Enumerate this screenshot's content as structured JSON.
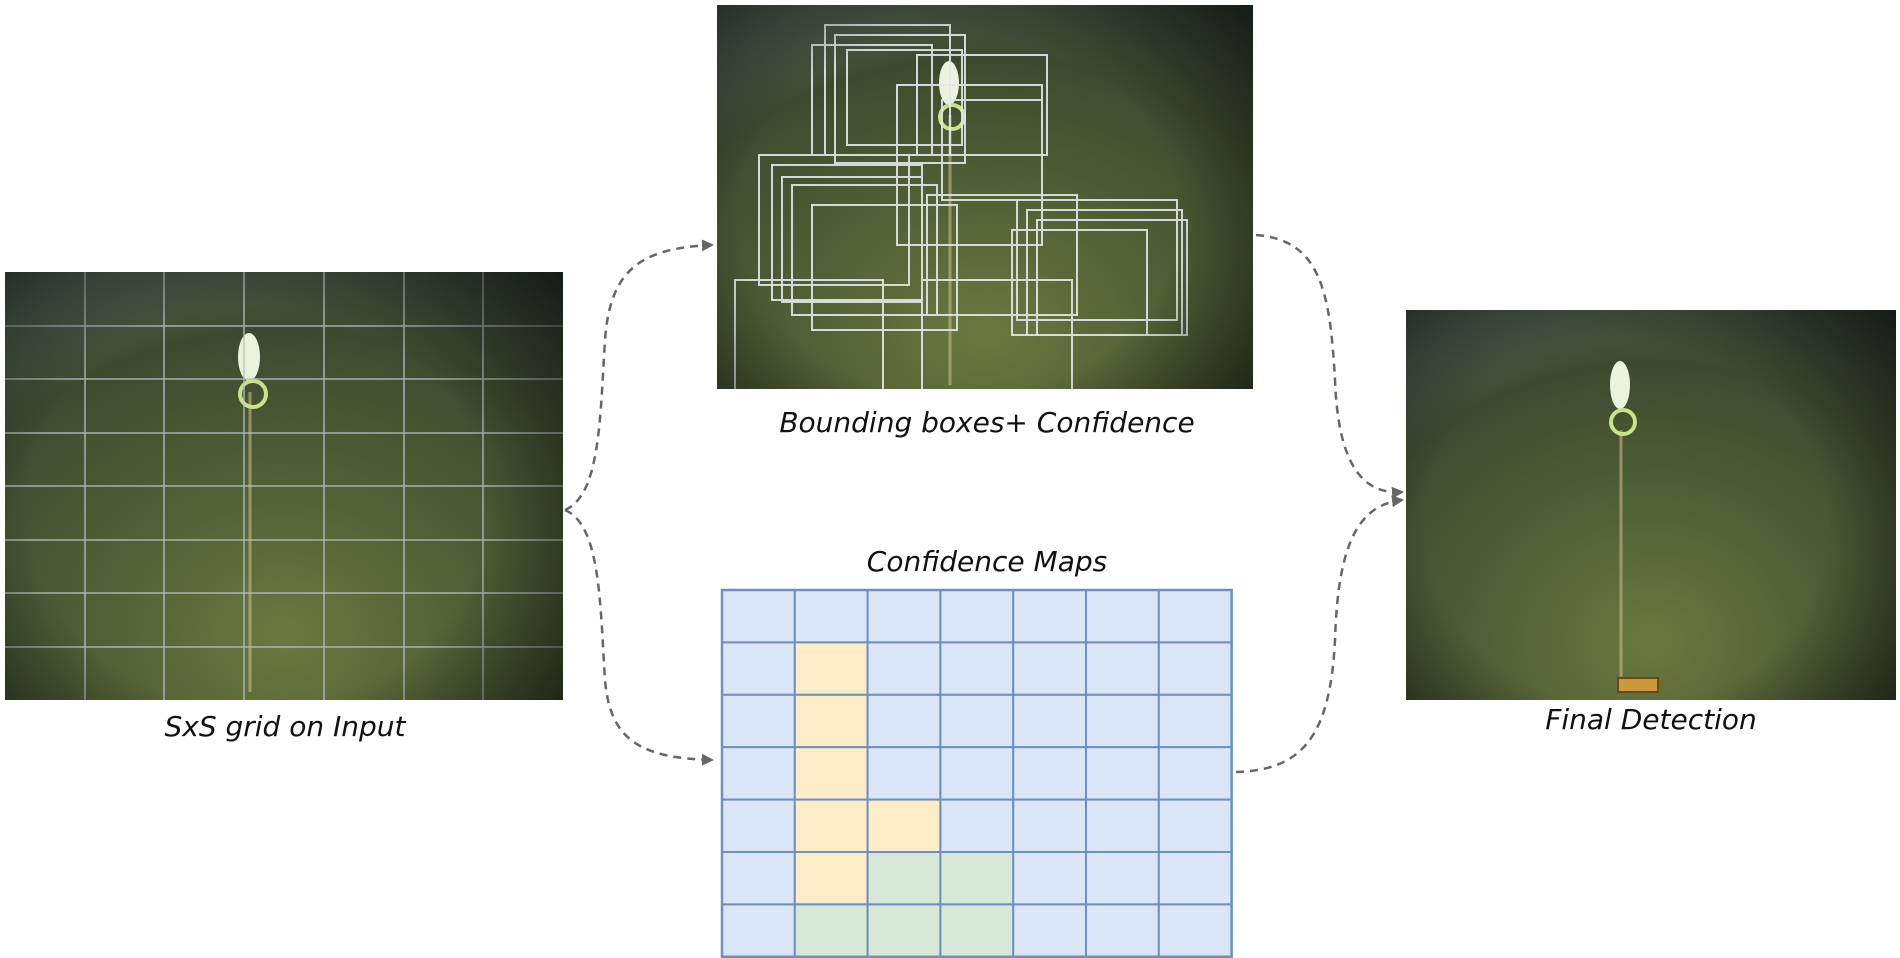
{
  "labels": {
    "input_caption": "SxS grid on Input",
    "bbox_caption": "Bounding boxes+ Confidence",
    "confmap_title": "Confidence Maps",
    "final_caption": "Final Detection"
  },
  "confidence_map": {
    "rows": 7,
    "cols": 7,
    "colors": {
      "background": "#dae6f6",
      "grid": "#6f8fc0",
      "yellow": "#fcedc8",
      "green": "#d7e8d6"
    },
    "yellow_cells": [
      [
        1,
        1
      ],
      [
        2,
        1
      ],
      [
        3,
        1
      ],
      [
        4,
        1
      ],
      [
        4,
        2
      ],
      [
        5,
        1
      ]
    ],
    "green_cells": [
      [
        5,
        2
      ],
      [
        5,
        3
      ],
      [
        6,
        1
      ],
      [
        6,
        2
      ],
      [
        6,
        3
      ]
    ]
  }
}
